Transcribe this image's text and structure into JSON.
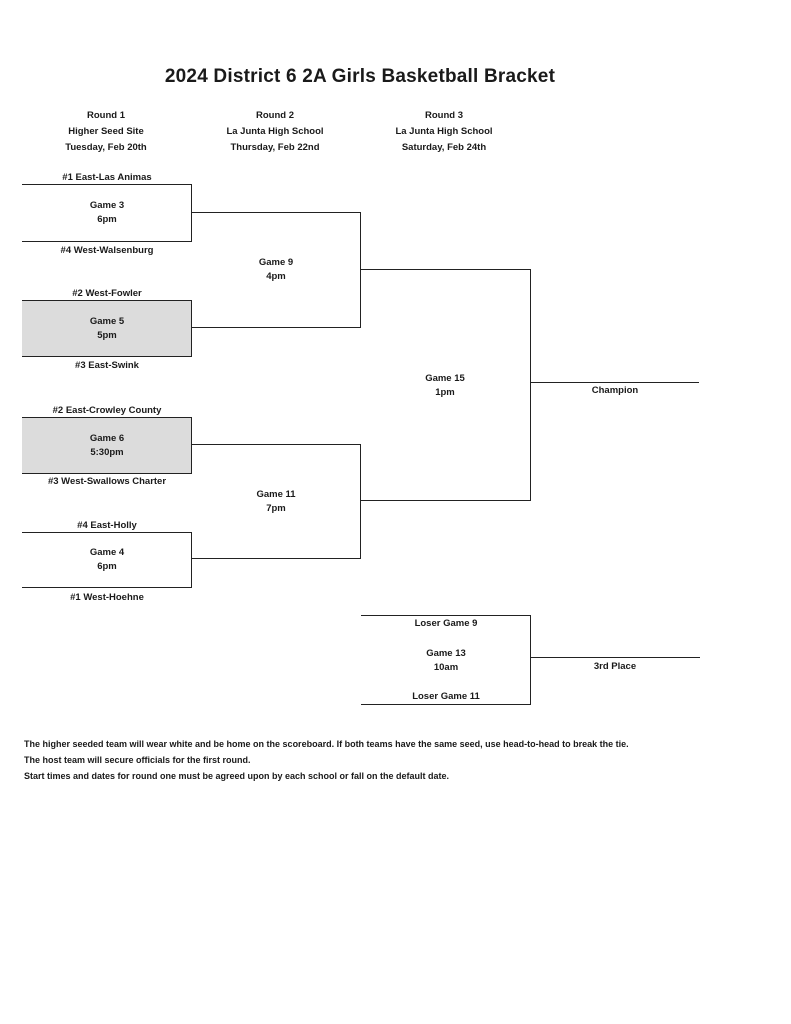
{
  "title": "2024 District 6 2A Girls Basketball Bracket",
  "rounds": [
    {
      "name": "Round 1",
      "site": "Higher Seed Site",
      "date": "Tuesday, Feb 20th"
    },
    {
      "name": "Round 2",
      "site": "La Junta High School",
      "date": "Thursday, Feb 22nd"
    },
    {
      "name": "Round 3",
      "site": "La Junta High School",
      "date": "Saturday, Feb 24th"
    }
  ],
  "teams": {
    "t1": "#1 East-Las Animas",
    "t2": "#4 West-Walsenburg",
    "t3": "#2 West-Fowler",
    "t4": "#3 East-Swink",
    "t5": "#2 East-Crowley County",
    "t6": "#3 West-Swallows Charter",
    "t7": "#4 East-Holly",
    "t8": "#1 West-Hoehne"
  },
  "games": {
    "g3": {
      "name": "Game 3",
      "time": "6pm"
    },
    "g5": {
      "name": "Game 5",
      "time": "5pm"
    },
    "g6": {
      "name": "Game 6",
      "time": "5:30pm"
    },
    "g4": {
      "name": "Game 4",
      "time": "6pm"
    },
    "g9": {
      "name": "Game 9",
      "time": "4pm"
    },
    "g11": {
      "name": "Game 11",
      "time": "7pm"
    },
    "g15": {
      "name": "Game 15",
      "time": "1pm"
    },
    "g13": {
      "name": "Game 13",
      "time": "10am"
    }
  },
  "consolation": {
    "loser_top": "Loser Game 9",
    "loser_bottom": "Loser Game 11"
  },
  "results": {
    "champion": "Champion",
    "third_place": "3rd Place"
  },
  "notes": [
    "The higher seeded team will wear white and be home on the scoreboard. If both teams have the same seed, use head-to-head to break the tie.",
    "The host team will secure officials for the first round.",
    "Start times and dates for round one must be agreed upon by each school or fall on the default date."
  ]
}
